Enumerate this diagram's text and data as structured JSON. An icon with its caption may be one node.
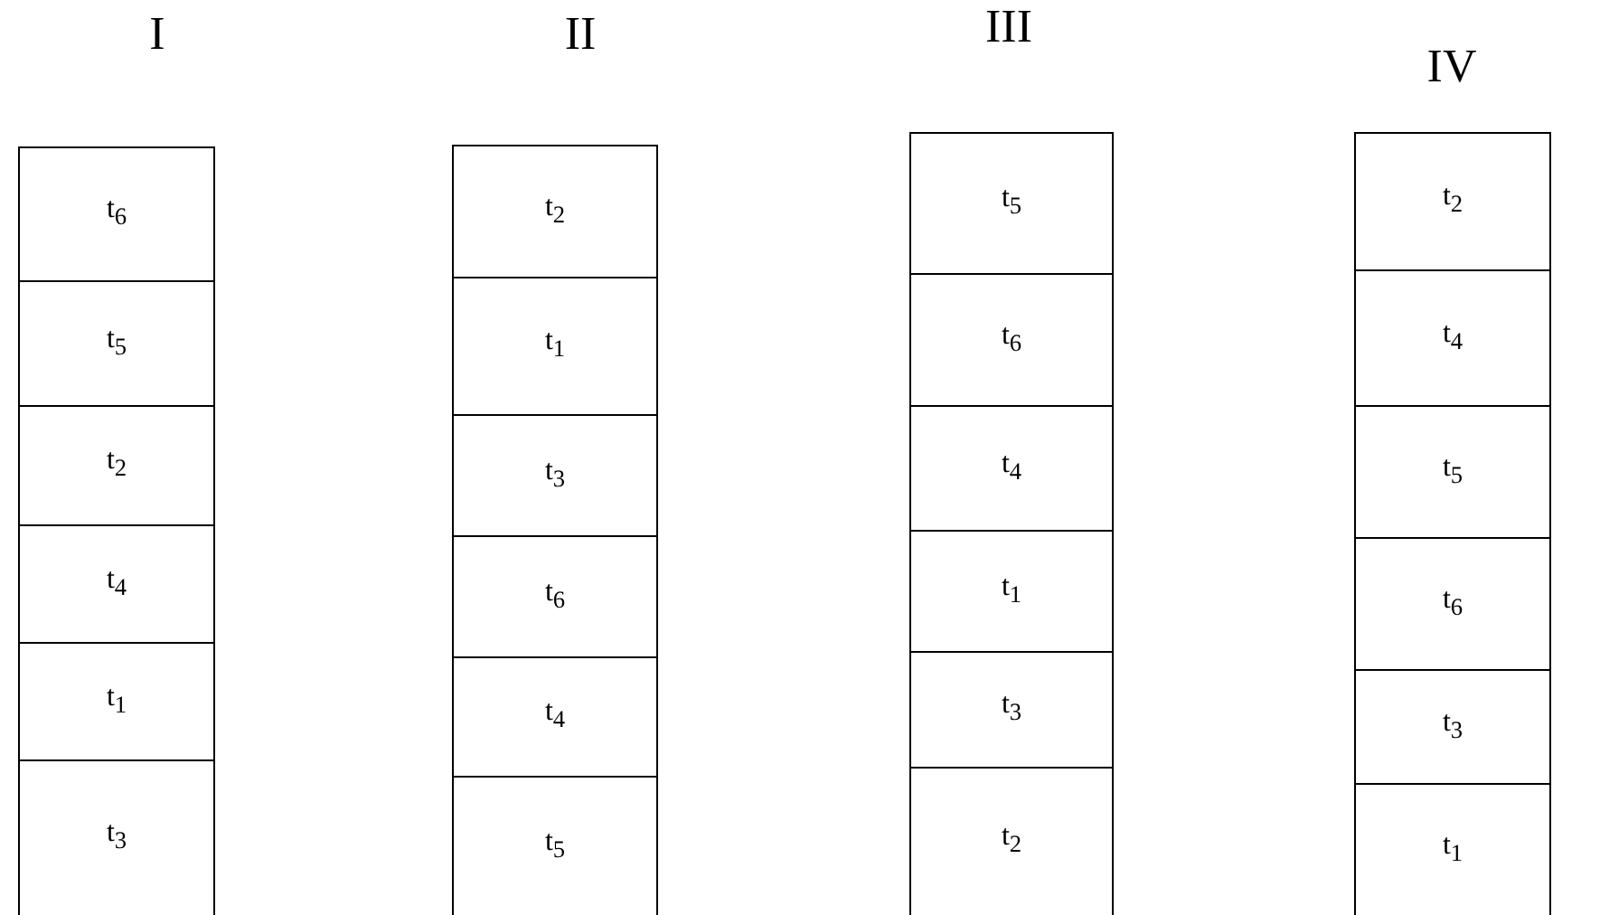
{
  "diagram": {
    "nodes": [
      {
        "text": [
          "I"
        ]
      },
      {
        "text": [
          "t$_{6}$"
        ],
        "in": 0
      },
      {
        "text": [
          "t$_{5}$"
        ],
        "in": 0
      },
      {
        "text": [
          "t$_{2}$"
        ],
        "in": 0
      },
      {
        "text": [
          "t$_{4}$"
        ],
        "in": 0
      },
      {
        "text": [
          "t$_{1}$"
        ],
        "in": 0
      },
      {
        "text": [
          "t$_{3}$"
        ],
        "in": 0
      },
      {
        "text": [
          "II"
        ]
      },
      {
        "text": [
          "t$_{2}$"
        ],
        "in": 7
      },
      {
        "text": [
          "t$_{1}$"
        ],
        "in": 7
      },
      {
        "text": [
          "t$_{3}$"
        ],
        "in": 7
      },
      {
        "text": [
          "t$_{6}$"
        ],
        "in": 7
      },
      {
        "text": [
          "t$_{4}$"
        ],
        "in": 7
      },
      {
        "text": [
          "t$_{5}$"
        ],
        "in": 7
      },
      {
        "text": [
          "III"
        ]
      },
      {
        "text": [
          "t$_{5}$"
        ],
        "in": 14
      },
      {
        "text": [
          "t$_{6}$"
        ],
        "in": 14
      },
      {
        "text": [
          "t$_{4}$"
        ],
        "in": 14
      },
      {
        "text": [
          "t$_{1}$"
        ],
        "in": 14
      },
      {
        "text": [
          "t$_{3}$"
        ],
        "in": 14
      },
      {
        "text": [
          "t$_{2}$"
        ],
        "in": 14
      },
      {
        "text": [
          "IV"
        ]
      },
      {
        "text": [
          "t$_{2}$"
        ],
        "in": 21
      },
      {
        "text": [
          "t$_{4}$"
        ],
        "in": 21
      },
      {
        "text": [
          "t$_{5}$"
        ],
        "in": 21
      },
      {
        "text": [
          "t$_{6}$"
        ],
        "in": 21
      },
      {
        "text": [
          "t$_{3}$"
        ],
        "in": 21
      },
      {
        "text": [
          "t$_{1}$"
        ],
        "in": 21
      }
    ],
    "edges": []
  }
}
